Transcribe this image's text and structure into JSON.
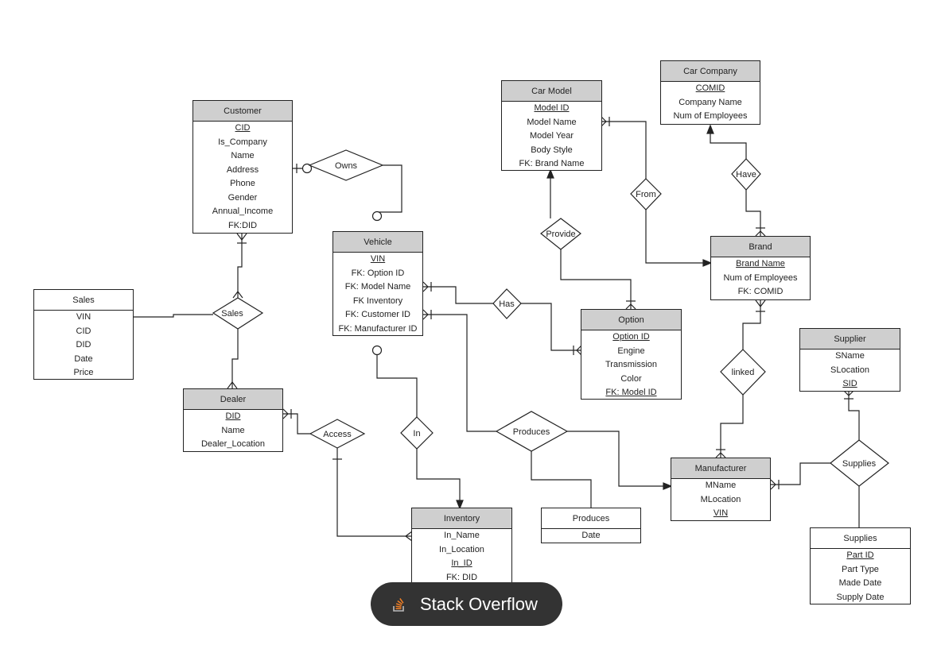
{
  "entities": {
    "customer": {
      "title": "Customer",
      "attrs": [
        {
          "text": "CID",
          "key": true
        },
        {
          "text": "Is_Company"
        },
        {
          "text": "Name"
        },
        {
          "text": "Address"
        },
        {
          "text": "Phone"
        },
        {
          "text": "Gender"
        },
        {
          "text": "Annual_Income"
        },
        {
          "text": "FK:DID"
        }
      ]
    },
    "car_model": {
      "title": "Car Model",
      "attrs": [
        {
          "text": "Model ID",
          "key": true
        },
        {
          "text": "Model Name"
        },
        {
          "text": "Model Year"
        },
        {
          "text": "Body Style"
        },
        {
          "text": "FK: Brand Name"
        }
      ]
    },
    "car_company": {
      "title": "Car Company",
      "attrs": [
        {
          "text": "COMID",
          "key": true
        },
        {
          "text": "Company Name"
        },
        {
          "text": "Num of Employees"
        }
      ]
    },
    "vehicle": {
      "title": "Vehicle",
      "attrs": [
        {
          "text": "VIN",
          "key": true
        },
        {
          "text": "FK: Option ID"
        },
        {
          "text": "FK: Model Name"
        },
        {
          "text": "FK Inventory"
        },
        {
          "text": "FK: Customer ID"
        },
        {
          "text": "FK: Manufacturer ID"
        }
      ]
    },
    "brand": {
      "title": "Brand",
      "attrs": [
        {
          "text": "Brand Name",
          "key": true
        },
        {
          "text": "Num of Employees"
        },
        {
          "text": "FK: COMID"
        }
      ]
    },
    "sales": {
      "title": "Sales",
      "plain": true,
      "attrs": [
        {
          "text": "VIN"
        },
        {
          "text": "CID"
        },
        {
          "text": "DID"
        },
        {
          "text": "Date"
        },
        {
          "text": "Price"
        }
      ]
    },
    "option": {
      "title": "Option",
      "attrs": [
        {
          "text": "Option ID",
          "key": true
        },
        {
          "text": "Engine"
        },
        {
          "text": "Transmission"
        },
        {
          "text": "Color"
        },
        {
          "text": "FK: Model ID",
          "key": true
        }
      ]
    },
    "supplier": {
      "title": "Supplier",
      "attrs": [
        {
          "text": "SName"
        },
        {
          "text": "SLocation"
        },
        {
          "text": "SID",
          "key": true
        }
      ]
    },
    "dealer": {
      "title": "Dealer",
      "attrs": [
        {
          "text": "DID",
          "key": true
        },
        {
          "text": "Name"
        },
        {
          "text": "Dealer_Location"
        }
      ]
    },
    "manufacturer": {
      "title": "Manufacturer",
      "attrs": [
        {
          "text": "MName"
        },
        {
          "text": "MLocation"
        },
        {
          "text": "VIN",
          "key": true
        }
      ]
    },
    "produces_table": {
      "title": "Produces",
      "plain": true,
      "attrs": [
        {
          "text": "Date"
        }
      ]
    },
    "inventory": {
      "title": "Inventory",
      "attrs": [
        {
          "text": "In_Name"
        },
        {
          "text": "In_Location"
        },
        {
          "text": "In_ID",
          "key": true
        },
        {
          "text": "FK: DID"
        }
      ]
    },
    "supplies_table": {
      "title": "Supplies",
      "plain": true,
      "attrs": [
        {
          "text": "Part ID",
          "key": true
        },
        {
          "text": "Part Type"
        },
        {
          "text": "Made Date"
        },
        {
          "text": "Supply Date"
        }
      ]
    }
  },
  "relationships": {
    "owns": "Owns",
    "from": "From",
    "have": "Have",
    "provide": "Provide",
    "sales": "Sales",
    "has": "Has",
    "linked": "linked",
    "access": "Access",
    "in": "In",
    "produces": "Produces",
    "supplies": "Supplies"
  },
  "badge": {
    "label": "Stack Overflow",
    "icon": "stackoverflow-logo-icon",
    "color": "#333333",
    "icon_color": "#f48024"
  }
}
